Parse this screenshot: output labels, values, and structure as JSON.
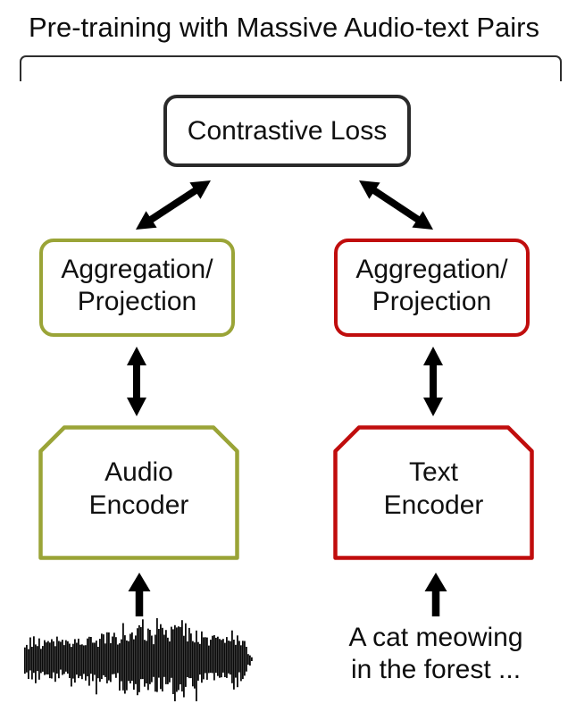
{
  "diagram": {
    "title": "Pre-training with Massive Audio-text Pairs",
    "nodes": {
      "contrastive_loss": {
        "label": "Contrastive Loss",
        "border_color": "#2a2a2a"
      },
      "audio_aggregation": {
        "line1": "Aggregation/",
        "line2": "Projection",
        "border_color": "#9aa437"
      },
      "text_aggregation": {
        "line1": "Aggregation/",
        "line2": "Projection",
        "border_color": "#c00d0d"
      },
      "audio_encoder": {
        "line1": "Audio",
        "line2": "Encoder",
        "border_color": "#9aa437"
      },
      "text_encoder": {
        "line1": "Text",
        "line2": "Encoder",
        "border_color": "#c00d0d"
      }
    },
    "inputs": {
      "audio": {
        "icon": "audio-waveform"
      },
      "text": {
        "caption_line1": "A cat meowing",
        "caption_line2": "in the forest ..."
      }
    },
    "colors": {
      "audio_accent": "#9aa437",
      "text_accent": "#c00d0d",
      "loss_border": "#2a2a2a",
      "arrow": "#000000",
      "waveform": "#0a0a0a",
      "background": "#ffffff",
      "text": "#111111"
    }
  }
}
